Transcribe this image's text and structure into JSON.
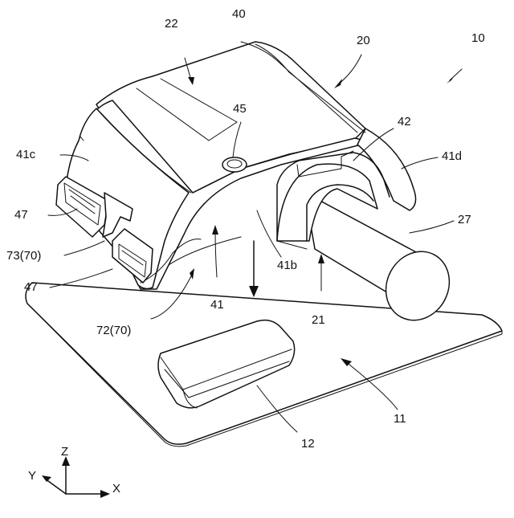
{
  "labels": {
    "l10": "10",
    "l20": "20",
    "l22": "22",
    "l40": "40",
    "l45": "45",
    "l42": "42",
    "l41c": "41c",
    "l41d": "41d",
    "l47a": "47",
    "l47b": "47",
    "l73": "73(70)",
    "l72": "72(70)",
    "l41": "41",
    "l41b": "41b",
    "l21": "21",
    "l27": "27",
    "l11": "11",
    "l12": "12"
  },
  "axes": {
    "z": "Z",
    "y": "Y",
    "x": "X"
  }
}
